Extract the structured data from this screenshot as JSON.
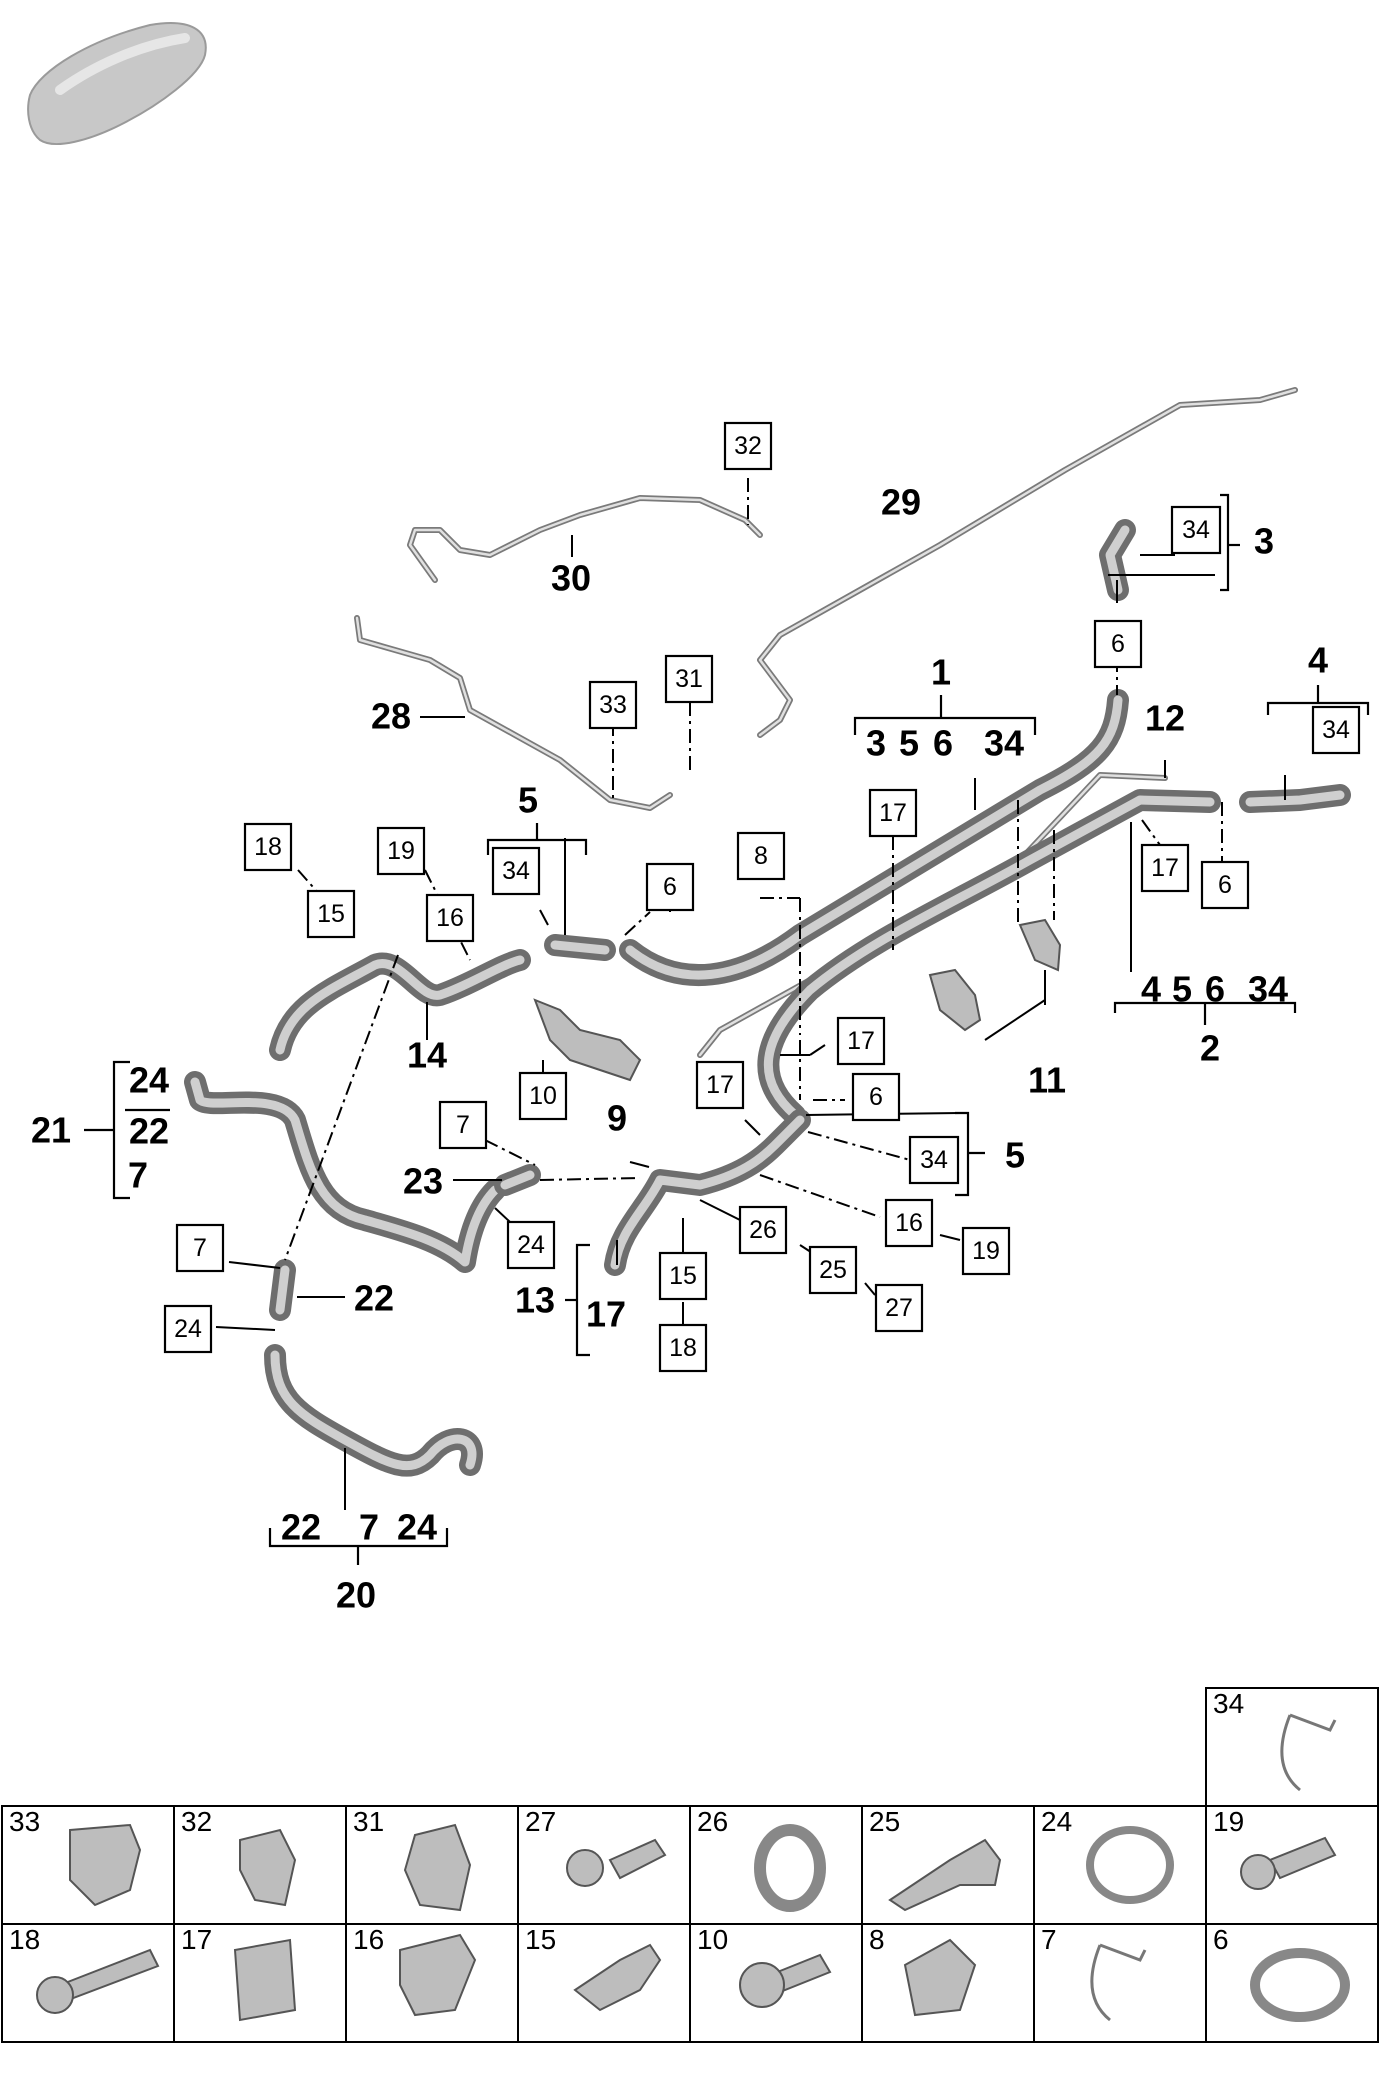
{
  "callouts": {
    "c1": "1",
    "c2": "2",
    "c3": "3",
    "c4": "4",
    "c5a": "5",
    "c5b": "5",
    "c9": "9",
    "c11": "11",
    "c12": "12",
    "c13": "13",
    "c14": "14",
    "c20": "20",
    "c21": "21",
    "c22a": "22",
    "c23": "23",
    "c28": "28",
    "c29": "29",
    "c30": "30"
  },
  "groups": {
    "g1_a": "3",
    "g1_b": "5",
    "g1_c": "6",
    "g1_d": "34",
    "g2_a": "4",
    "g2_b": "5",
    "g2_c": "6",
    "g2_d": "34",
    "g21_a": "24",
    "g21_b": "22",
    "g21_c": "7",
    "g13": "17",
    "g20_a": "22",
    "g20_b": "7",
    "g20_c": "24"
  },
  "boxes": {
    "b32": "32",
    "b34_top": "34",
    "b6_top": "6",
    "b33": "33",
    "b31": "31",
    "b34_r": "34",
    "b17_a": "17",
    "b17_b": "17",
    "b6_r": "6",
    "b18_a": "18",
    "b19_a": "19",
    "b34_l": "34",
    "b6_l": "6",
    "b8": "8",
    "b15_a": "15",
    "b16_a": "16",
    "b10": "10",
    "b17_c": "17",
    "b17_d": "17",
    "b6_m": "6",
    "b7_a": "7",
    "b34_m": "34",
    "b16_b": "16",
    "b19_b": "19",
    "b24_a": "24",
    "b26": "26",
    "b25": "25",
    "b27": "27",
    "b15_b": "15",
    "b18_b": "18",
    "b7_b": "7",
    "b24_b": "24"
  },
  "parts_table": {
    "row_top": [
      "34"
    ],
    "row1": [
      "33",
      "32",
      "31",
      "27",
      "26",
      "25",
      "24",
      "19"
    ],
    "row2": [
      "18",
      "17",
      "16",
      "15",
      "10",
      "8",
      "7",
      "6"
    ]
  }
}
